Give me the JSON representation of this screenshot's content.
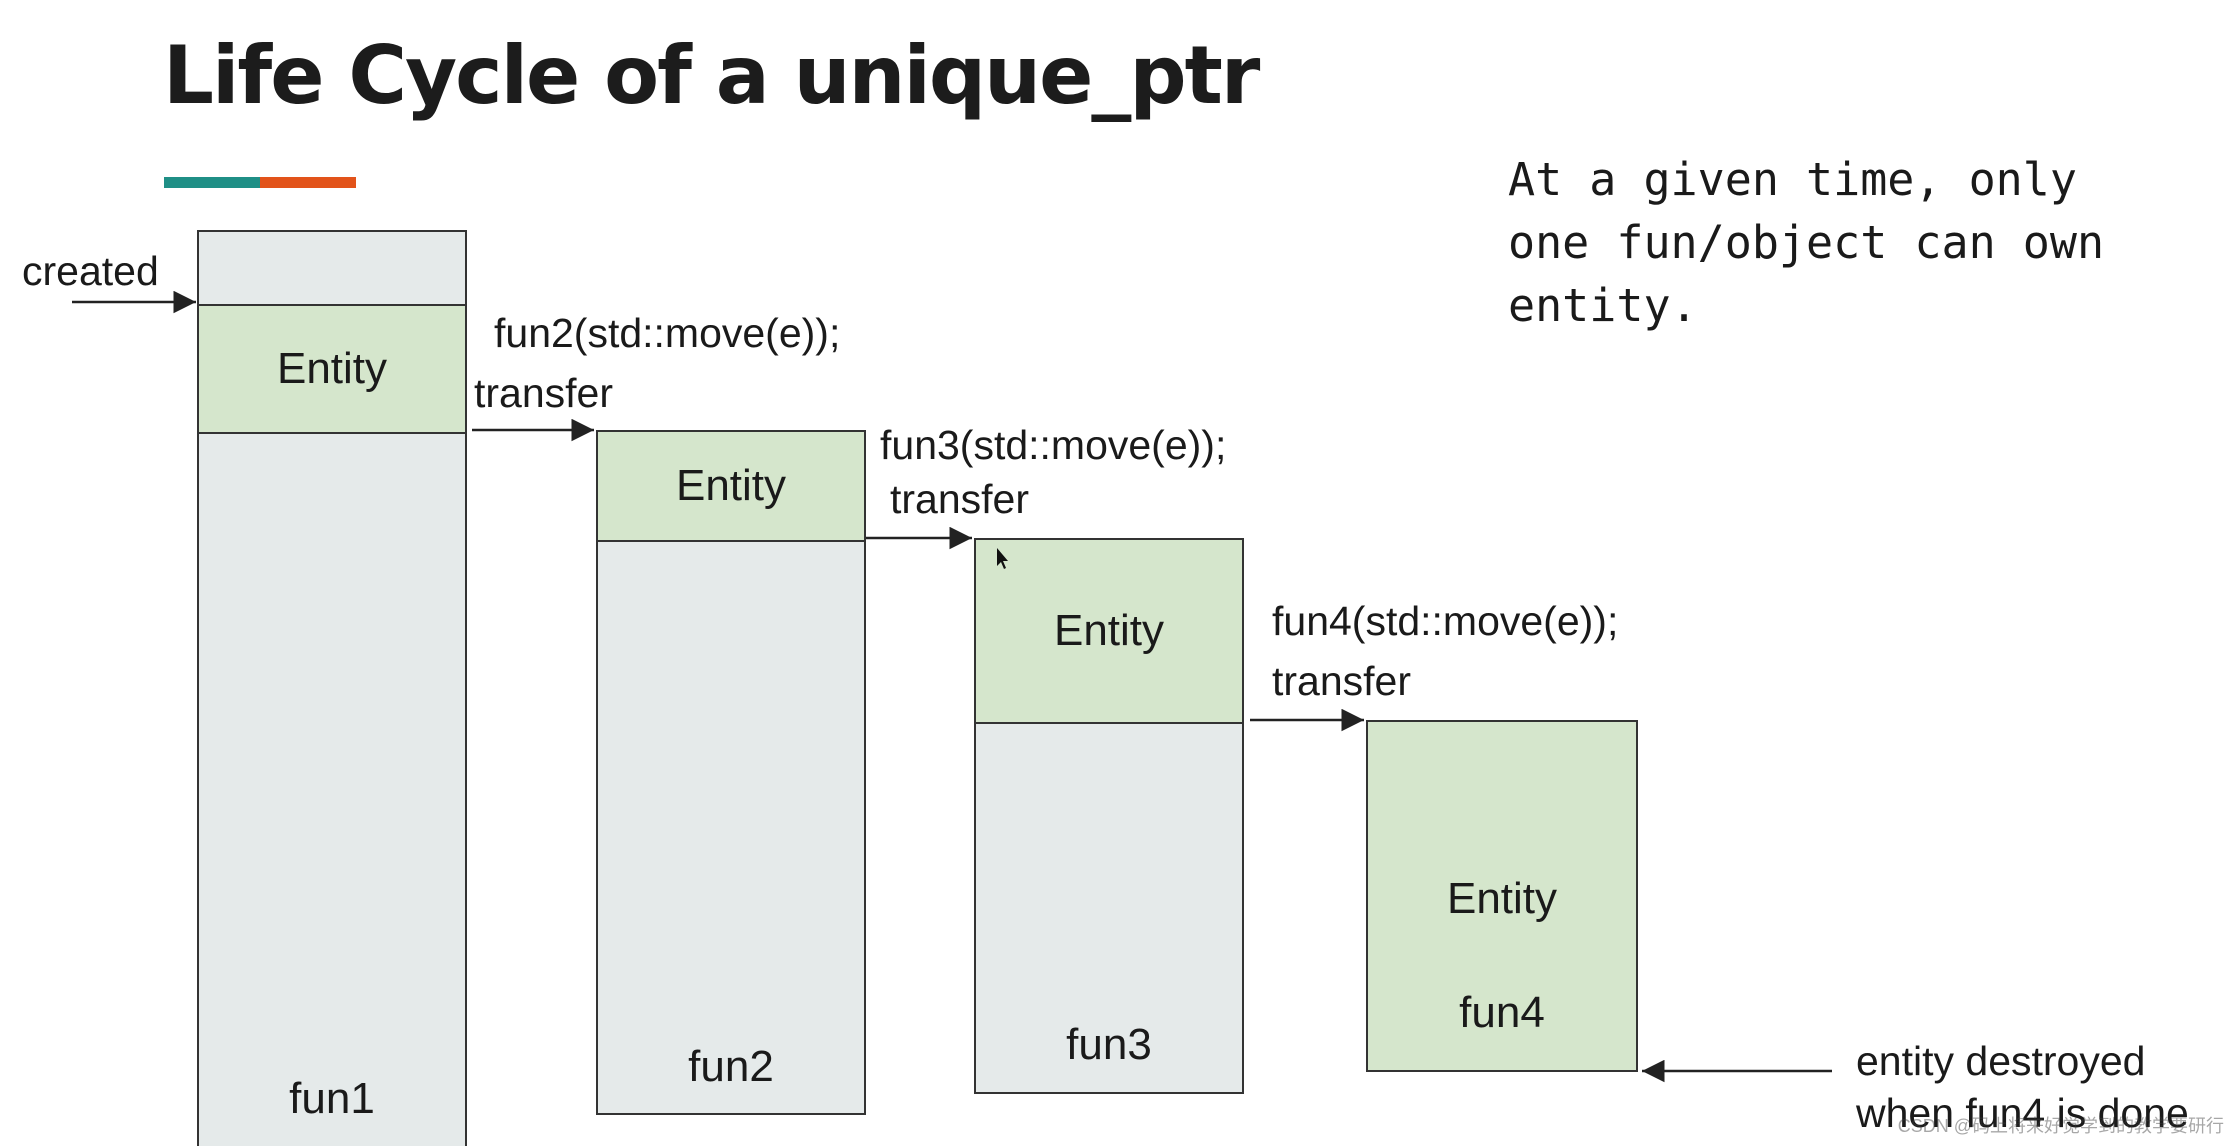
{
  "title": "Life Cycle of a unique_ptr",
  "colors": {
    "accent_teal": "#1f8f86",
    "accent_orange": "#e2531a",
    "frame_fill": "#e5eaea",
    "entity_fill": "#d5e6cc"
  },
  "note_lines": [
    "At a given time, only",
    "one fun/object can own",
    "entity."
  ],
  "created_label": "created",
  "frames": [
    {
      "name": "fun1",
      "entity": "Entity"
    },
    {
      "name": "fun2",
      "entity": "Entity"
    },
    {
      "name": "fun3",
      "entity": "Entity"
    },
    {
      "name": "fun4",
      "entity": "Entity"
    }
  ],
  "transfers": [
    {
      "call": "fun2(std::move(e));",
      "label": "transfer"
    },
    {
      "call": "fun3(std::move(e));",
      "label": "transfer"
    },
    {
      "call": "fun4(std::move(e));",
      "label": "transfer"
    }
  ],
  "destroyed_lines": [
    "entity destroyed",
    "when fun4 is done"
  ],
  "watermark": "CSDN @码上将来好觉学到的教学要研行"
}
